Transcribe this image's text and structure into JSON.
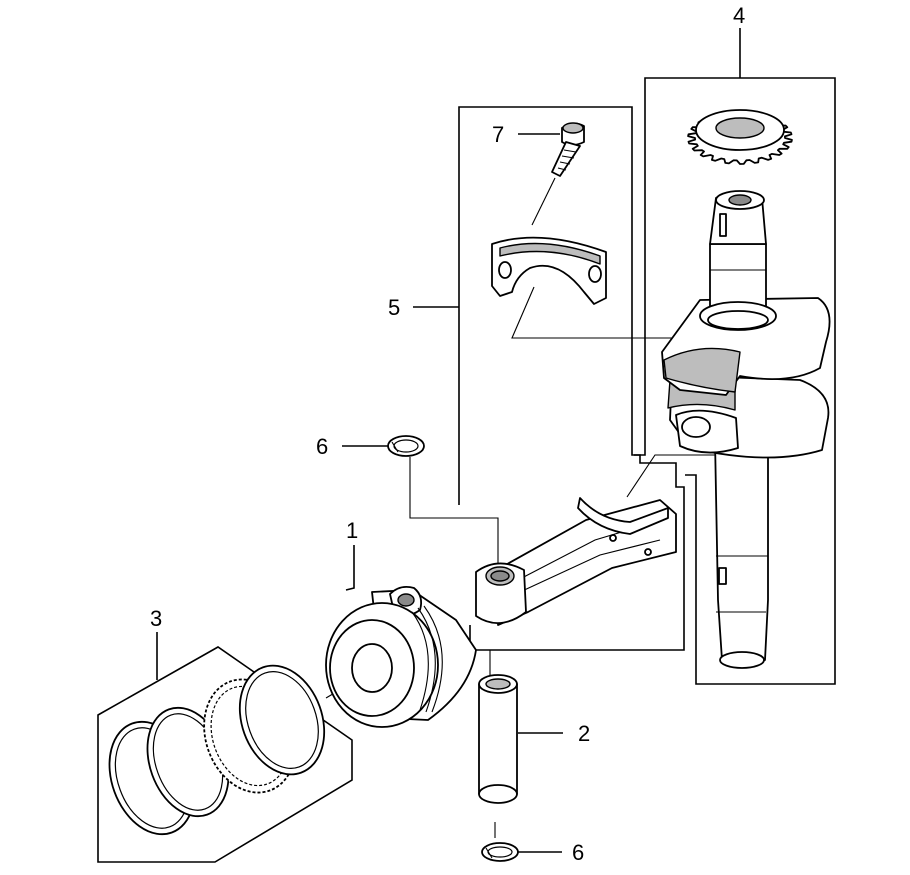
{
  "diagram": {
    "callouts": [
      {
        "id": "1",
        "label": "1",
        "part": "piston"
      },
      {
        "id": "2",
        "label": "2",
        "part": "piston-pin"
      },
      {
        "id": "3",
        "label": "3",
        "part": "piston-ring-set"
      },
      {
        "id": "4",
        "label": "4",
        "part": "crankshaft-assembly"
      },
      {
        "id": "5",
        "label": "5",
        "part": "connecting-rod-assembly"
      },
      {
        "id": "6a",
        "label": "6",
        "part": "piston-pin-clip-upper"
      },
      {
        "id": "6b",
        "label": "6",
        "part": "piston-pin-clip-lower"
      },
      {
        "id": "7",
        "label": "7",
        "part": "connecting-rod-bolt"
      }
    ]
  }
}
